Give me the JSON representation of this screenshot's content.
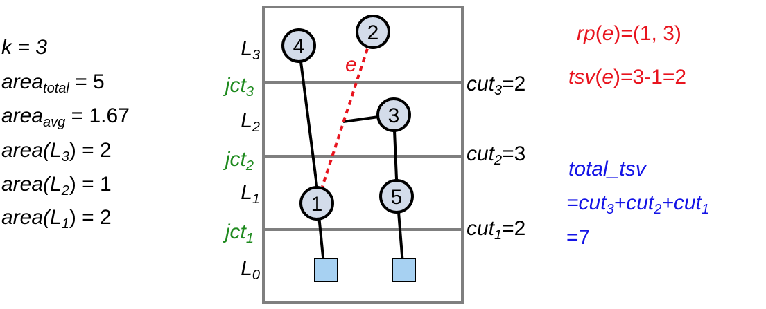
{
  "stats": {
    "k": "k = 3",
    "area_total_base": "area",
    "area_total_sub": "total",
    "area_total_value": " = 5",
    "area_avg_base": "area",
    "area_avg_sub": "avg",
    "area_avg_value": " = 1.67",
    "area_L3_prefix": "area(L",
    "area_L3_sub": "3",
    "area_L3_value": ") = 2",
    "area_L2_prefix": "area(L",
    "area_L2_sub": "2",
    "area_L2_value": ") = 1",
    "area_L1_prefix": "area(L",
    "area_L1_sub": "1",
    "area_L1_value": ") = 2"
  },
  "layers": {
    "L3": {
      "base": "L",
      "sub": "3"
    },
    "L2": {
      "base": "L",
      "sub": "2"
    },
    "L1": {
      "base": "L",
      "sub": "1"
    },
    "L0": {
      "base": "L",
      "sub": "0"
    }
  },
  "junctions": {
    "jct3": {
      "base": "jct",
      "sub": "3"
    },
    "jct2": {
      "base": "jct",
      "sub": "2"
    },
    "jct1": {
      "base": "jct",
      "sub": "1"
    }
  },
  "cuts": {
    "cut3": {
      "base": "cut",
      "sub": "3",
      "value": "=2"
    },
    "cut2": {
      "base": "cut",
      "sub": "2",
      "value": "=3"
    },
    "cut1": {
      "base": "cut",
      "sub": "1",
      "value": "=2"
    }
  },
  "nodes": {
    "n1": "1",
    "n2": "2",
    "n3": "3",
    "n4": "4",
    "n5": "5"
  },
  "edge_label": "e",
  "annotations": {
    "rp": {
      "name": "rp",
      "lp": "(",
      "e": "e",
      "rest": ")=(1, 3)"
    },
    "tsv": {
      "name": "tsv",
      "lp": "(",
      "e": "e",
      "rest": ")=3-1=2"
    },
    "total_tsv": "total_tsv",
    "sum_prefix": "=cut",
    "sum_s3": "3",
    "sum_plus1": "+cut",
    "sum_s2": "2",
    "sum_plus2": "+cut",
    "sum_s1": "1",
    "result": "=7"
  },
  "colors": {
    "text": "#000000",
    "green": "#1e8a1e",
    "red": "#e8141e",
    "blue": "#1414e6",
    "frame": "#7f7f7f",
    "node_fill": "#d3dcea",
    "terminal_fill": "#a7d1f2"
  }
}
